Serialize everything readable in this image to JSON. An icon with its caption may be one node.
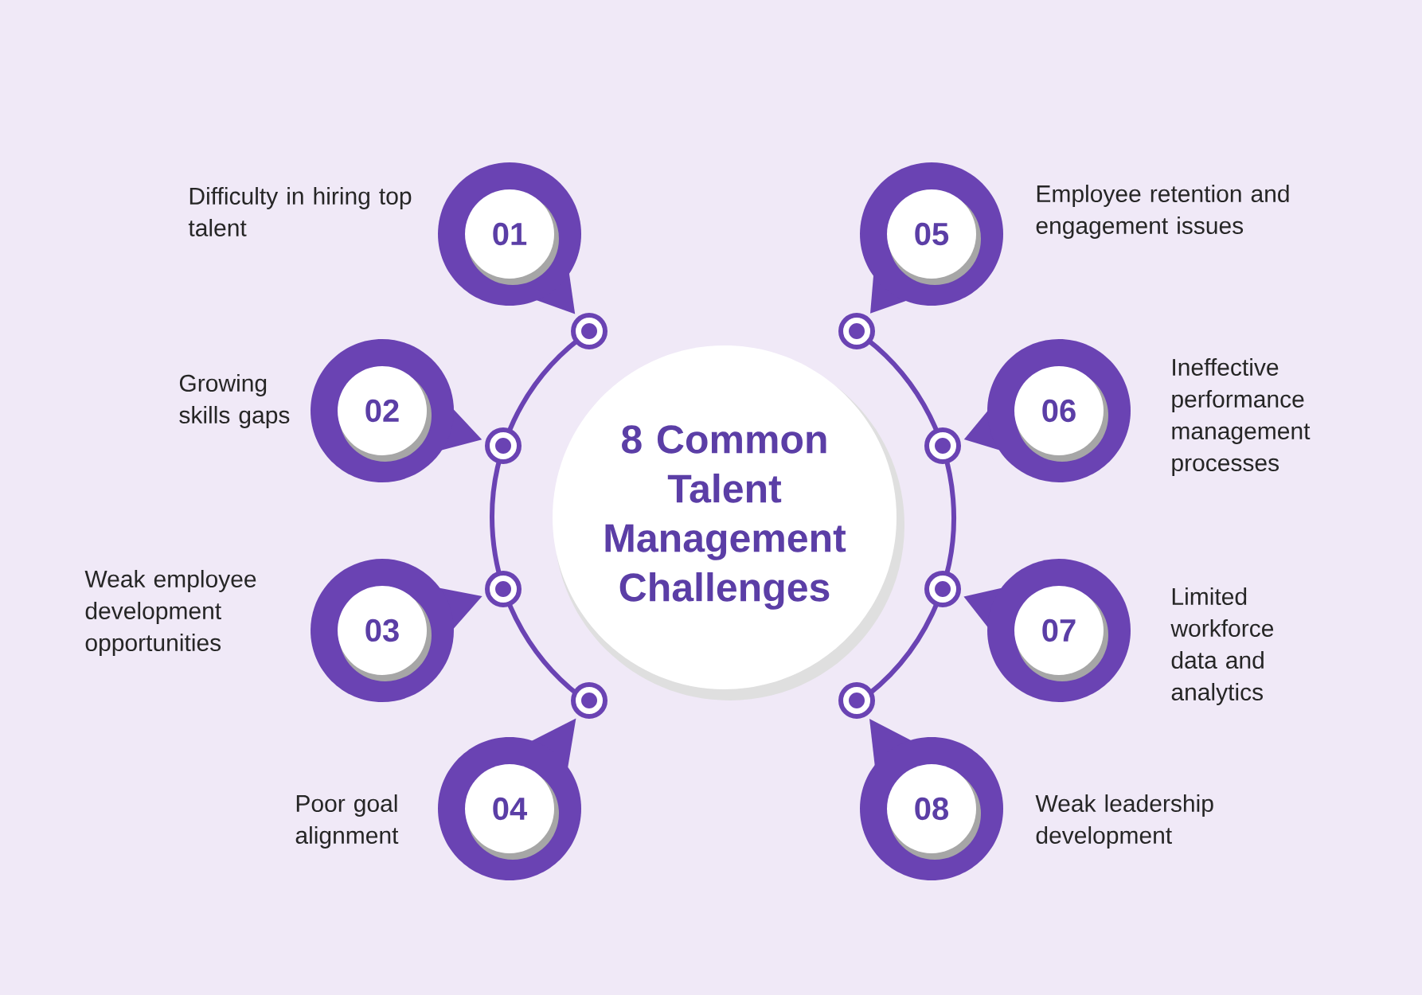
{
  "diagram": {
    "nodes": [
      {
        "text": [
          "8 Common Talent Management Challenges"
        ]
      },
      {
        "text": [
          "01"
        ],
        "beside": [
          "Difficulty in hiring top talent"
        ]
      },
      {
        "text": [
          "02"
        ],
        "beside": [
          "Growing skills gaps"
        ]
      },
      {
        "text": [
          "03"
        ],
        "beside": [
          "Weak employee development opportunities"
        ]
      },
      {
        "text": [
          "04"
        ],
        "beside": [
          "Poor goal alignment"
        ]
      },
      {
        "text": [
          "05"
        ],
        "beside": [
          "Employee retention and engagement issues"
        ]
      },
      {
        "text": [
          "06"
        ],
        "beside": [
          "Ineffective performance management processes"
        ]
      },
      {
        "text": [
          "07"
        ],
        "beside": [
          "Limited workforce data and analytics"
        ]
      },
      {
        "text": [
          "08"
        ],
        "beside": [
          "Weak leadership development"
        ]
      }
    ]
  }
}
